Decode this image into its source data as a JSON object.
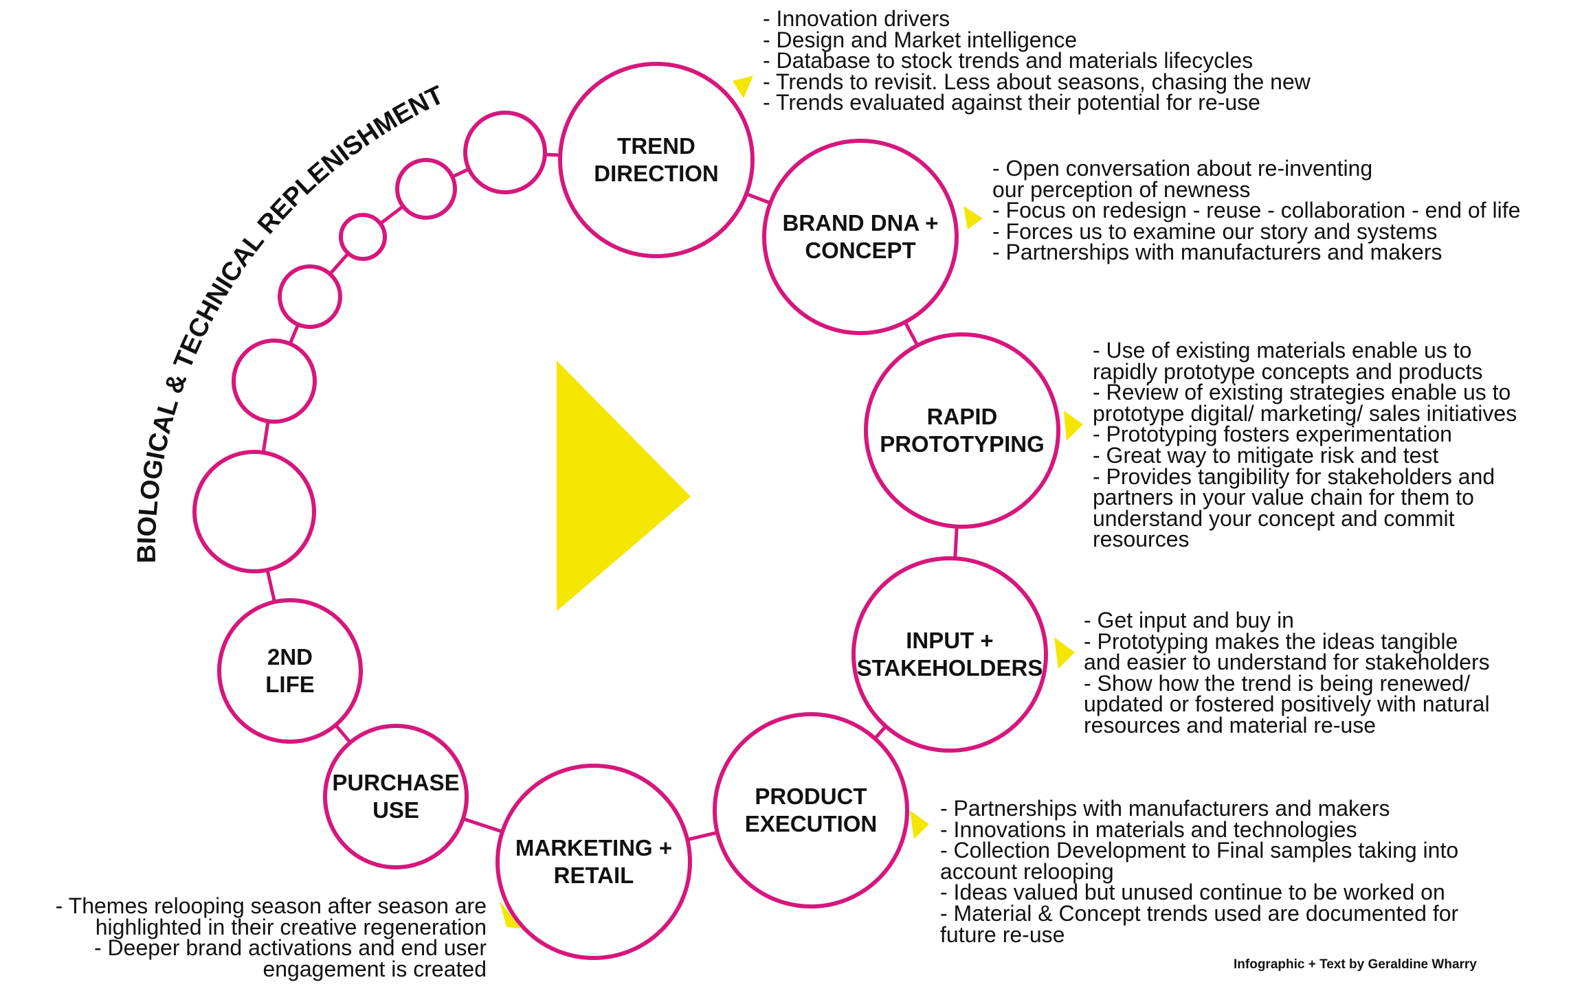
{
  "diagram": {
    "arc_title": "BIOLOGICAL & TECHNICAL REPLENISHMENT",
    "credit": "Infographic + Text by Geraldine Wharry",
    "colors": {
      "ring": "#d6177c",
      "accent": "#f5e600",
      "text": "#111111"
    },
    "stages": [
      {
        "id": "trend-direction",
        "lines": [
          "TREND",
          "DIRECTION"
        ],
        "notes": [
          "- Innovation drivers",
          "- Design and Market intelligence",
          "- Database to stock trends and materials lifecycles",
          "- Trends to revisit. Less about seasons, chasing the new",
          "- Trends evaluated against their potential for re-use"
        ]
      },
      {
        "id": "brand-dna-concept",
        "lines": [
          "BRAND DNA +",
          "CONCEPT"
        ],
        "notes": [
          "- Open conversation about re-inventing",
          "our perception of newness",
          "- Focus on redesign - reuse - collaboration - end of life",
          "- Forces us to examine our story and systems",
          "- Partnerships with manufacturers and makers"
        ]
      },
      {
        "id": "rapid-prototyping",
        "lines": [
          "RAPID",
          "PROTOTYPING"
        ],
        "notes": [
          "- Use of existing materials enable us to",
          "rapidly prototype concepts and products",
          "- Review of existing strategies enable us to",
          "prototype digital/ marketing/ sales initiatives",
          "- Prototyping fosters experimentation",
          "- Great way to mitigate risk and test",
          "- Provides tangibility for stakeholders and",
          "partners in your value chain for them to",
          "understand your concept and commit",
          "resources"
        ]
      },
      {
        "id": "input-stakeholders",
        "lines": [
          "INPUT +",
          "STAKEHOLDERS"
        ],
        "notes": [
          "- Get input and buy in",
          "- Prototyping makes the ideas tangible",
          "and easier to understand for stakeholders",
          "- Show how the trend is being renewed/",
          "updated or fostered positively with natural",
          "resources and material re-use"
        ]
      },
      {
        "id": "product-execution",
        "lines": [
          "PRODUCT",
          "EXECUTION"
        ],
        "notes": [
          "- Partnerships with manufacturers and makers",
          "- Innovations in materials and technologies",
          "- Collection Development to Final samples taking into",
          "account relooping",
          "- Ideas valued but unused continue to be worked on",
          "- Material & Concept trends used are documented for",
          "future re-use"
        ]
      },
      {
        "id": "marketing-retail",
        "lines": [
          "MARKETING +",
          "RETAIL"
        ],
        "notes": [
          "- Themes relooping season after season are",
          "highlighted in their creative regeneration",
          "-  Deeper brand activations and end user",
          "engagement is created"
        ]
      },
      {
        "id": "purchase-use",
        "lines": [
          "PURCHASE",
          "USE"
        ],
        "notes": []
      },
      {
        "id": "2nd-life",
        "lines": [
          "2ND",
          "LIFE"
        ],
        "notes": []
      }
    ]
  }
}
